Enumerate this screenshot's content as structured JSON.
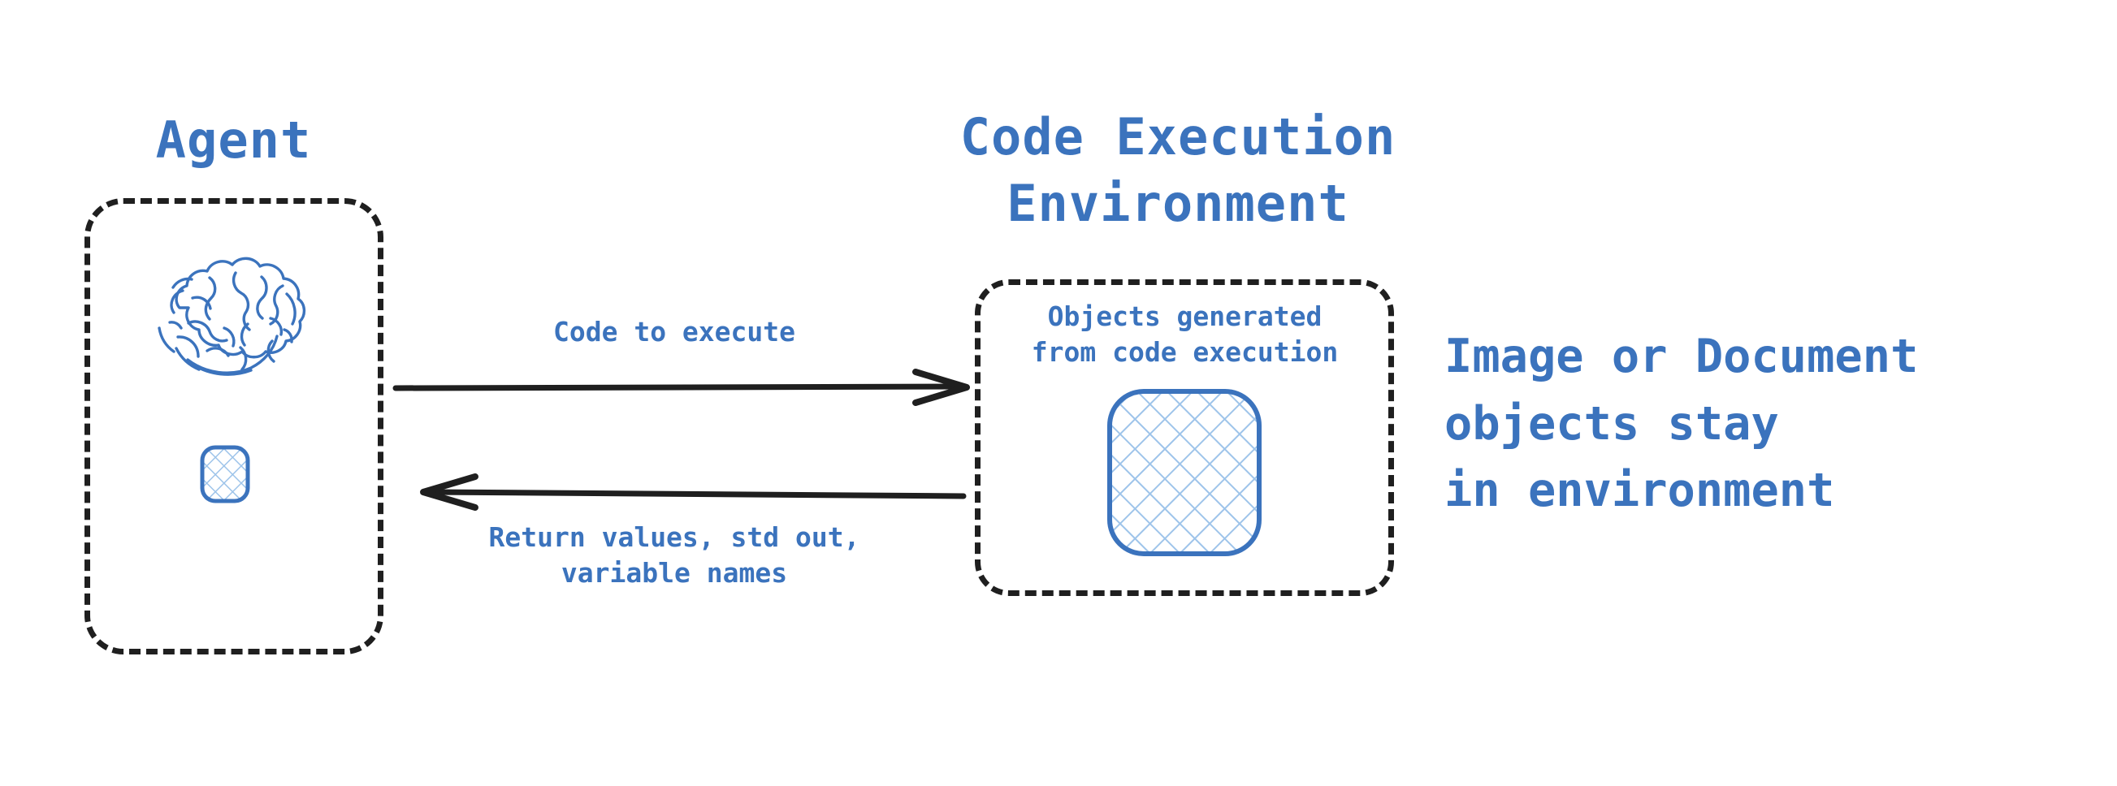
{
  "diagram": {
    "background_color": "#ffffff",
    "accent_color": "#3b73bd",
    "hatch_color": "#9ec4ea",
    "stroke_color": "#1f1f1f",
    "agent": {
      "title": "Agent",
      "icons": {
        "brain": "brain-icon",
        "object": "hatched-object-icon"
      }
    },
    "environment": {
      "title": "Code Execution\nEnvironment",
      "inner_label": "Objects generated\nfrom code execution",
      "object_icon": "hatched-object-icon"
    },
    "arrows": {
      "forward_label": "Code to execute",
      "return_label": "Return values, std out,\nvariable names"
    },
    "caption": "Image or Document\nobjects stay\nin environment"
  }
}
